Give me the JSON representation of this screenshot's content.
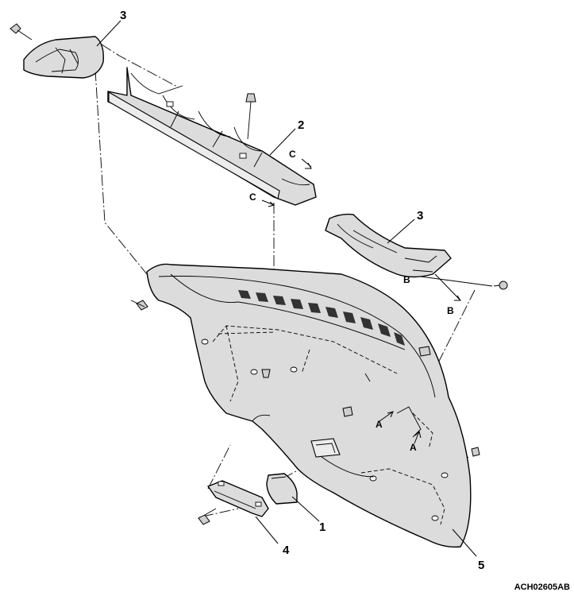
{
  "callouts": {
    "c1": "1",
    "c2": "2",
    "c3_top": "3",
    "c3_right": "3",
    "c4": "4",
    "c5": "5"
  },
  "refs": {
    "a1": "A",
    "a2": "A",
    "b1": "B",
    "b2": "B",
    "c1": "C",
    "c2": "C"
  },
  "figure_code": "ACH02605AB",
  "icons": [
    "bolt-icon",
    "clip-icon",
    "screw-icon"
  ]
}
